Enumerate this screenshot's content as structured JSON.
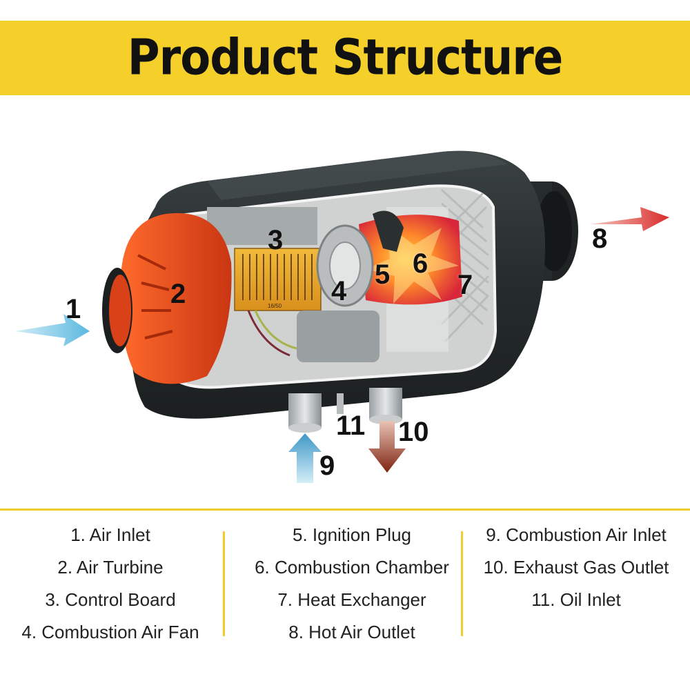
{
  "header": {
    "title": "Product Structure"
  },
  "colors": {
    "banner": "#f6d02a",
    "divider": "#f2cb2a",
    "heater_body": "#2a2f30",
    "turbine": "#e2461c",
    "intake_arrow": "#6ec3e4",
    "hot_arrow": "#d9312a",
    "exhaust_arrow": "#8b2a1a"
  },
  "diagram": {
    "callouts": [
      "1",
      "2",
      "3",
      "4",
      "5",
      "6",
      "7",
      "8",
      "9",
      "10",
      "11"
    ],
    "board_label": "16/50"
  },
  "legend": {
    "column_1": [
      "1. Air Inlet",
      "2. Air Turbine",
      "3. Control Board",
      "4. Combustion Air Fan"
    ],
    "column_2": [
      "5. Ignition Plug",
      "6. Combustion Chamber",
      "7. Heat Exchanger",
      "8. Hot Air Outlet"
    ],
    "column_3": [
      "9. Combustion Air Inlet",
      "10. Exhaust Gas Outlet",
      "11. Oil Inlet"
    ]
  }
}
